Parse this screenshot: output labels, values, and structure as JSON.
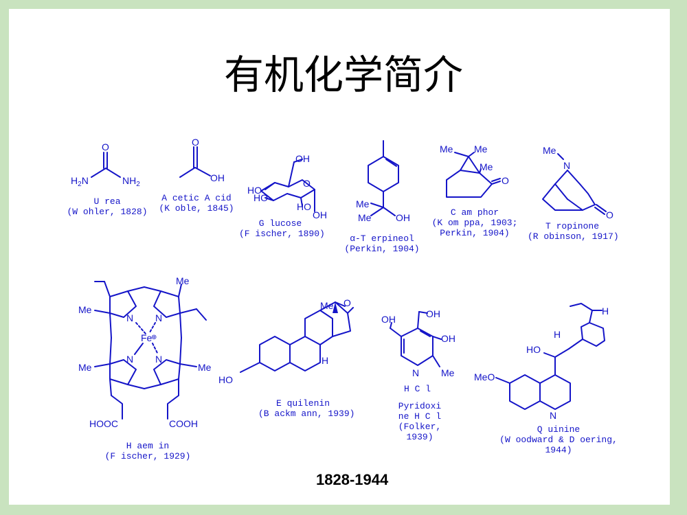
{
  "title": "有机化学简介",
  "period": "1828-1944",
  "compounds": [
    {
      "caption": "U rea\n(W ohler, 1828)",
      "atoms": [
        "O",
        "H2N",
        "NH2"
      ]
    },
    {
      "caption": "A cetic A cid\n(K oble, 1845)",
      "atoms": [
        "O",
        "OH"
      ]
    },
    {
      "caption": "G lucose\n(F ischer, 1890)",
      "atoms": [
        "OH",
        "O",
        "HO",
        "HO",
        "HO",
        "OH"
      ]
    },
    {
      "caption": "α-T erpineol\n(Perkin, 1904)",
      "atoms": [
        "Me",
        "Me",
        "OH"
      ]
    },
    {
      "caption": "C am phor\n(K om ppa, 1903;\nPerkin, 1904)",
      "atoms": [
        "Me",
        "Me",
        "Me",
        "O"
      ]
    },
    {
      "caption": "T ropinone\n(R obinson, 1917)",
      "atoms": [
        "Me",
        "N",
        "O"
      ]
    },
    {
      "caption": "H aem in\n(F ischer, 1929)",
      "atoms": [
        "Me",
        "Me",
        "Me",
        "Me",
        "N",
        "N",
        "N",
        "N",
        "Fe",
        "HOOC",
        "COOH"
      ]
    },
    {
      "caption": "E quilenin\n(B ackm ann, 1939)",
      "atoms": [
        "Me",
        "O",
        "H",
        "HO"
      ]
    },
    {
      "caption": "Pyridoxi\nne H C l\n(Folker,\n1939)",
      "atoms": [
        "OH",
        "OH",
        "OH",
        "N",
        "Me",
        "H C l"
      ]
    },
    {
      "caption": "Q uinine\n(W oodward & D oering,\n1944)",
      "atoms": [
        "H",
        "H",
        "HO",
        "MeO",
        "N"
      ]
    }
  ]
}
